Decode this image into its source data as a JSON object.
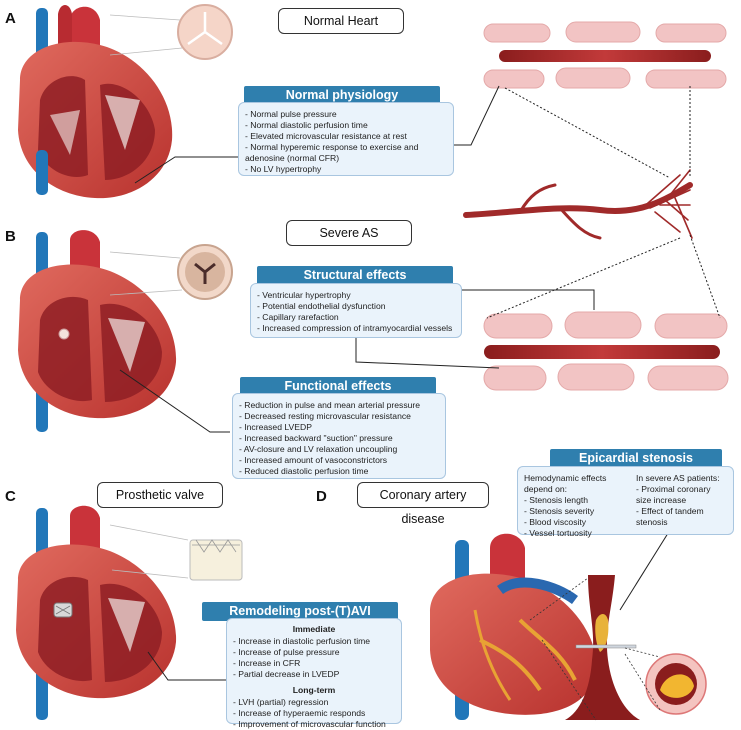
{
  "panels": {
    "a": {
      "letter": "A",
      "title": "Normal Heart",
      "box_title": "Normal physiology",
      "items": [
        "- Normal pulse pressure",
        "- Normal diastolic perfusion time",
        "- Elevated microvascular resistance at rest",
        "- Normal hyperemic response to exercise and",
        "  adenosine (normal CFR)",
        "- No LV hypertrophy"
      ]
    },
    "b": {
      "letter": "B",
      "title": "Severe AS",
      "structural_title": "Structural effects",
      "structural_items": [
        "- Ventricular hypertrophy",
        "- Potential endothelial dysfunction",
        "- Capillary rarefaction",
        "- Increased compression of intramyocardial vessels"
      ],
      "functional_title": "Functional effects",
      "functional_items": [
        "- Reduction in pulse and mean arterial pressure",
        "- Decreased resting microvascular resistance",
        "- Increased LVEDP",
        "- Increased backward \"suction\" pressure",
        "- AV-closure and LV relaxation uncoupling",
        "- Increased amount of vasoconstrictors",
        "- Reduced diastolic perfusion time"
      ]
    },
    "c": {
      "letter": "C",
      "title": "Prosthetic valve",
      "box_title": "Remodeling post-(T)AVI",
      "immediate_label": "Immediate",
      "immediate_items": [
        "- Increase in diastolic perfusion time",
        "- Increase of pulse pressure",
        "- Increase in CFR",
        "- Partial decrease in LVEDP"
      ],
      "longterm_label": "Long-term",
      "longterm_items": [
        "- LVH (partial) regression",
        "- Increase of hyperaemic responds",
        "- Improvement of microvascular function"
      ]
    },
    "d": {
      "letter": "D",
      "title": "Coronary artery disease",
      "box_title": "Epicardial stenosis",
      "left_items": [
        "Hemodynamic effects",
        "depend on:",
        "- Stenosis length",
        "- Stenosis severity",
        "- Blood viscosity",
        "- Vessel tortuosity"
      ],
      "right_items": [
        "In severe AS patients:",
        "- Proximal coronary",
        "  size increase",
        "- Effect of tandem",
        "  stenosis"
      ]
    }
  },
  "colors": {
    "header_blue": "#2f7fae",
    "box_fill": "#eaf3fb",
    "muscle_pink": "#f2c4c4",
    "vessel_red": "#b13434"
  }
}
